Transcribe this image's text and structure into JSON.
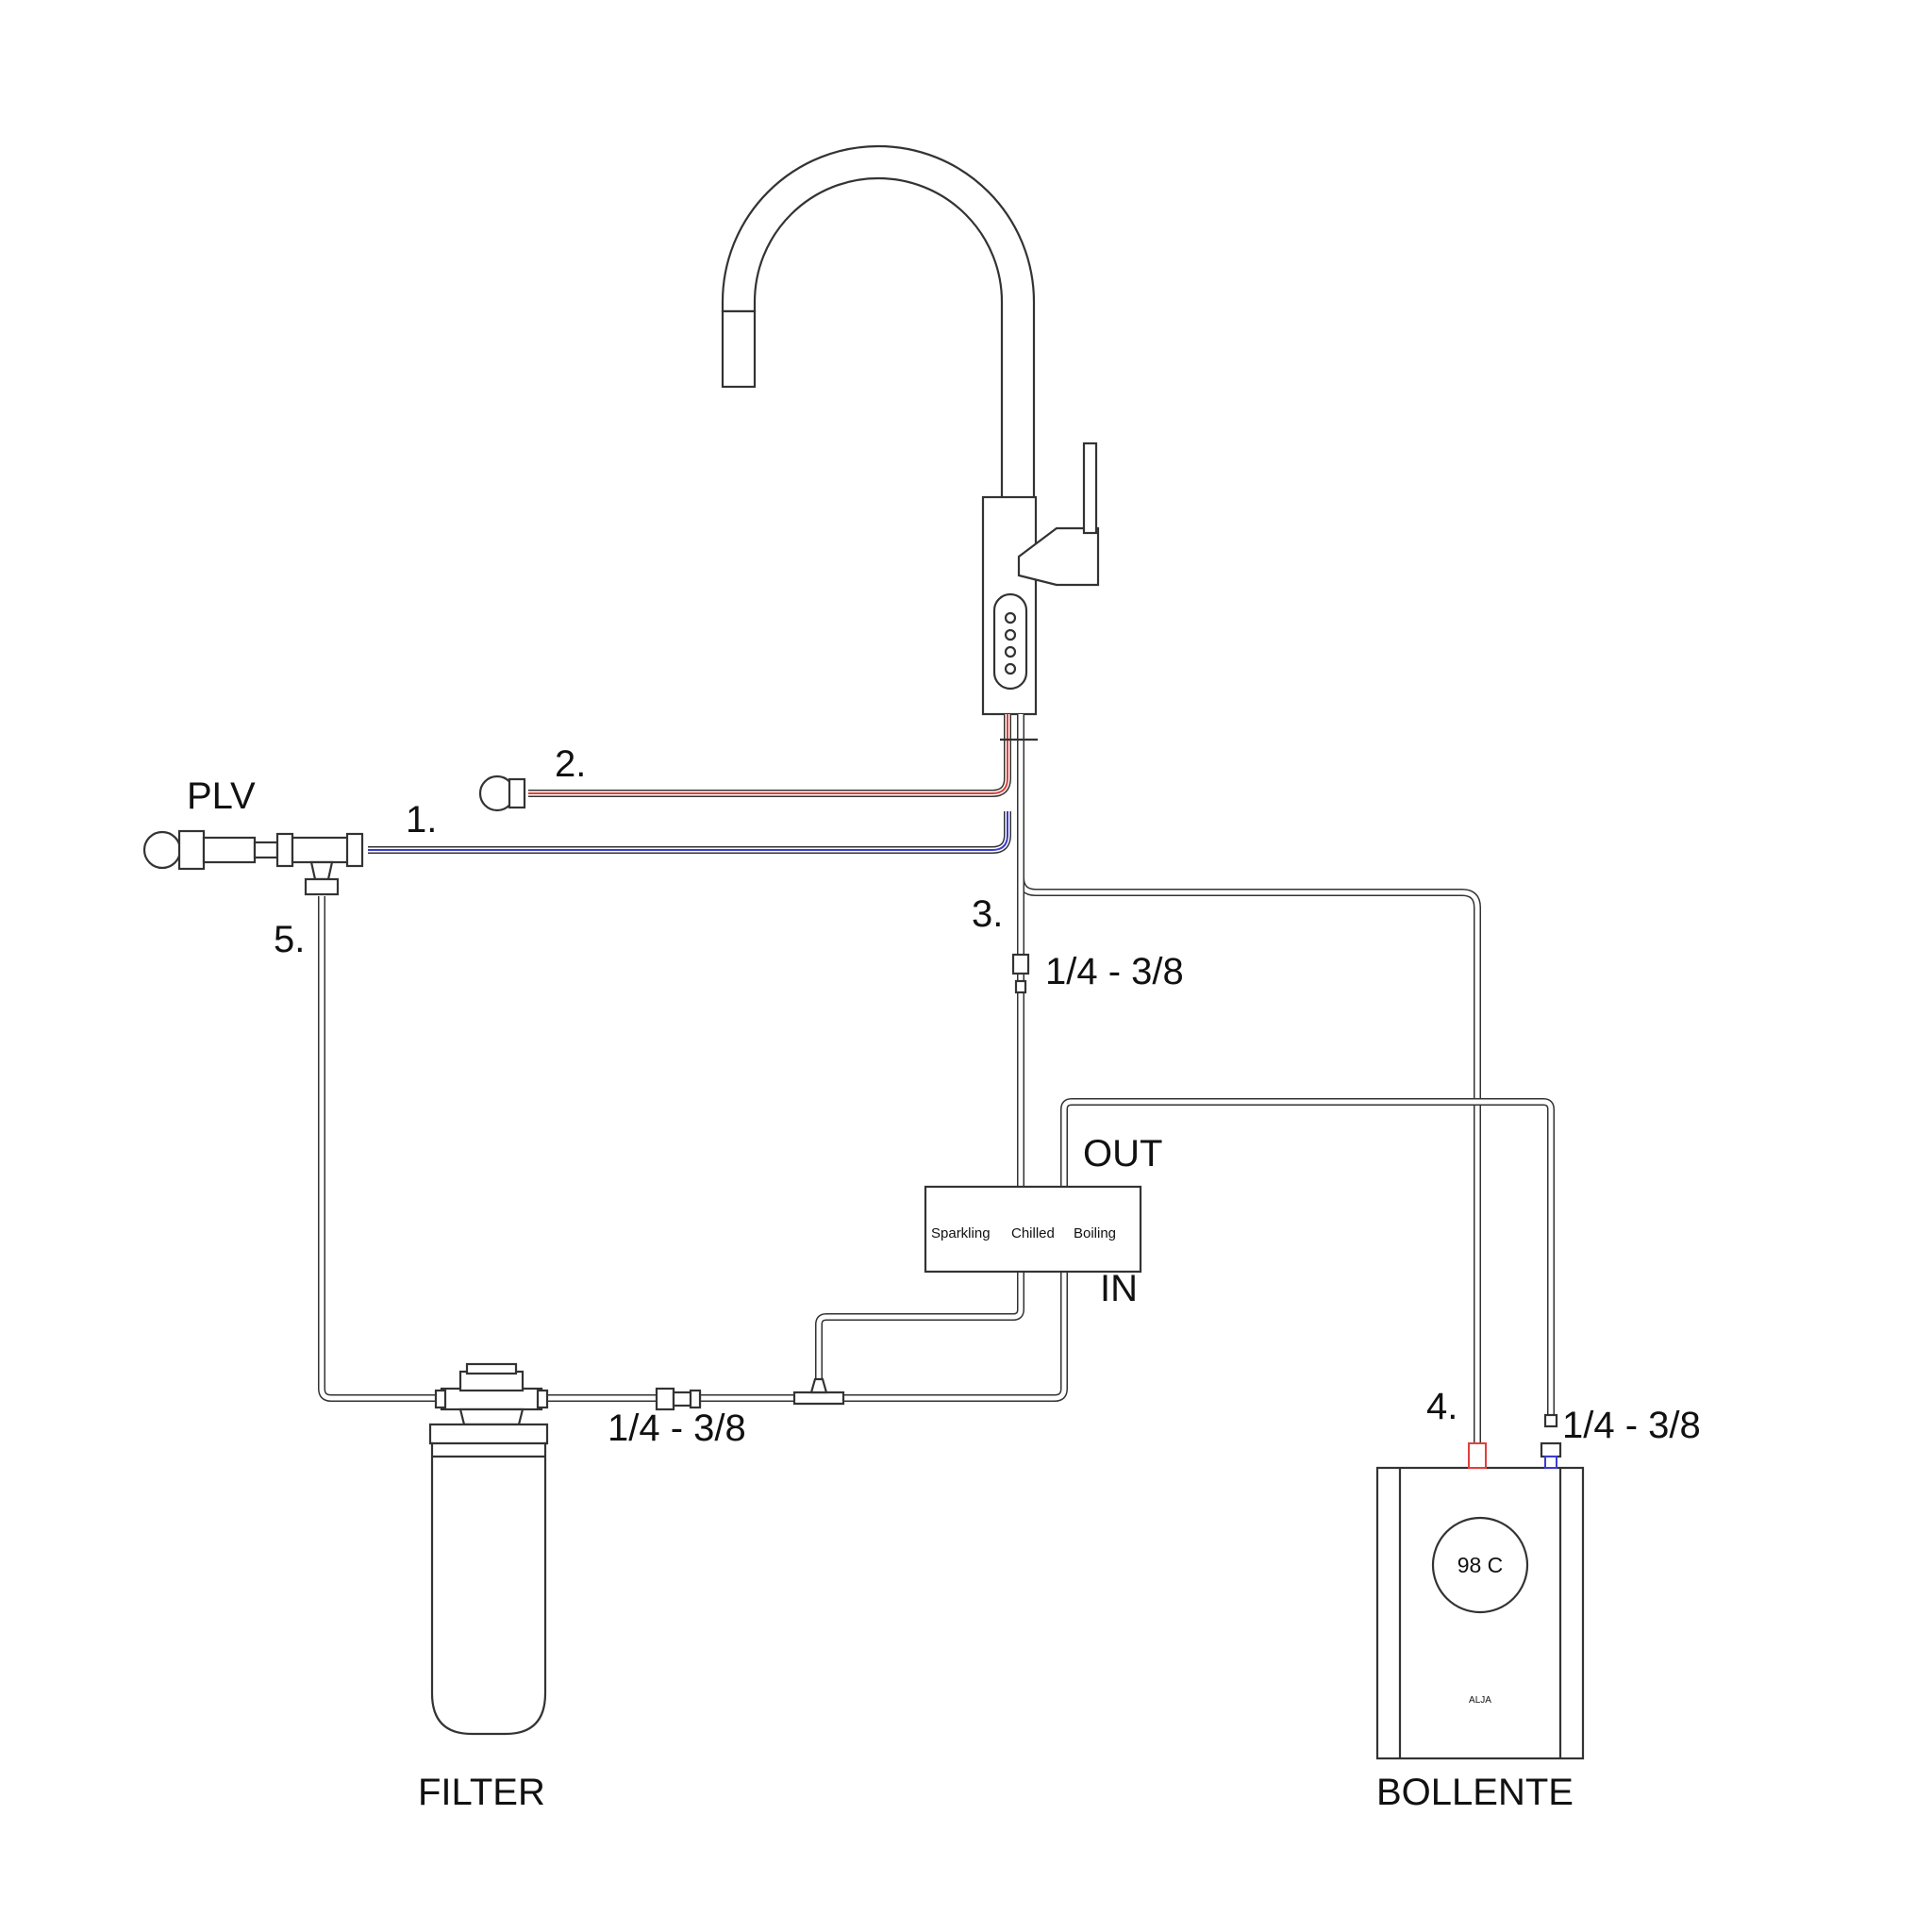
{
  "labels": {
    "plv": "PLV",
    "item1": "1.",
    "item2": "2.",
    "item3": "3.",
    "item4": "4.",
    "item5": "5.",
    "size_faucet": "1/4 - 3/8",
    "size_filter": "1/4 - 3/8",
    "size_boiler": "1/4 - 3/8",
    "out": "OUT",
    "in": "IN",
    "filter": "FILTER",
    "bollente": "BOLLENTE"
  },
  "cooler": {
    "modes": [
      "Sparkling",
      "Chilled",
      "Boiling"
    ]
  },
  "boiler": {
    "temperature": "98 C",
    "logo_text": "ALJA"
  },
  "colors": {
    "pipe_outline": "#333333",
    "hot_line": "#e0403a",
    "cold_line": "#3b3bd0"
  }
}
